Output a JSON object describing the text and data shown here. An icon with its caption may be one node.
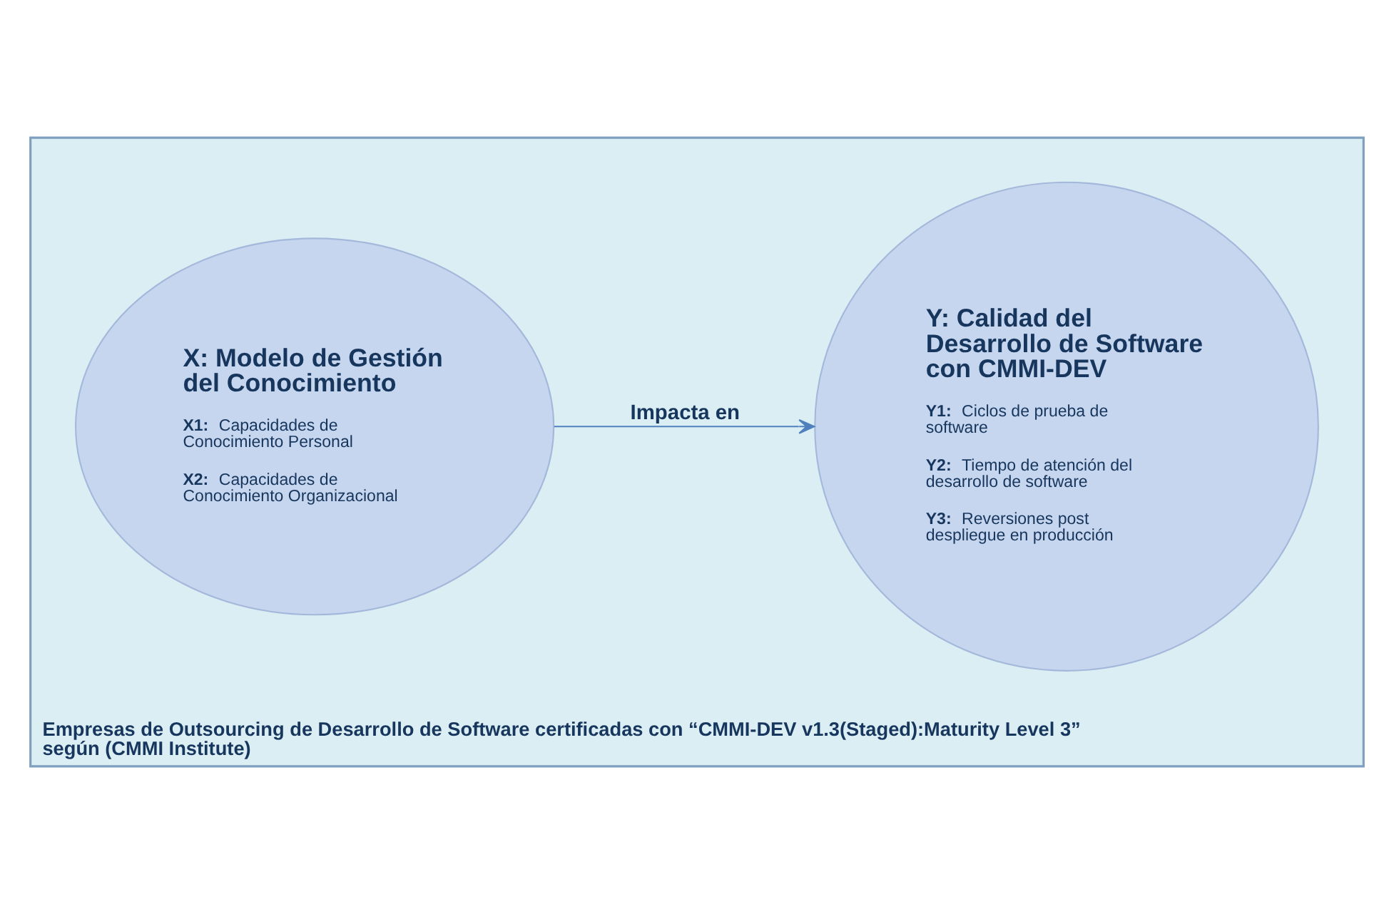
{
  "diagram": {
    "nodes": [
      {
        "text": [
          "Empresas de Outsourcing de Desarrollo de Software certificadas con “CMMI-DEV v1.3(Staged):Maturity Level 3” según (CMMI Institute)"
        ]
      },
      {
        "text": [
          "X: Modelo de Gestión del Conocimiento",
          "**X1:** Capacidades de Conocimiento Personal",
          "**X2:** Capacidades de Conocimiento Organizacional"
        ],
        "in": 0
      },
      {
        "text": [
          "Y: Calidad del Desarrollo de Software con CMMI-DEV",
          "**Y1:** Ciclos de prueba de software",
          "**Y2:** Tiempo de atención del desarrollo de software",
          "**Y3:** Reversiones post despliegue en producción"
        ],
        "in": 0
      }
    ],
    "edges": [
      {
        "from": 1,
        "to": 2,
        "label": "Impacta en",
        "arrow": "to"
      }
    ]
  }
}
